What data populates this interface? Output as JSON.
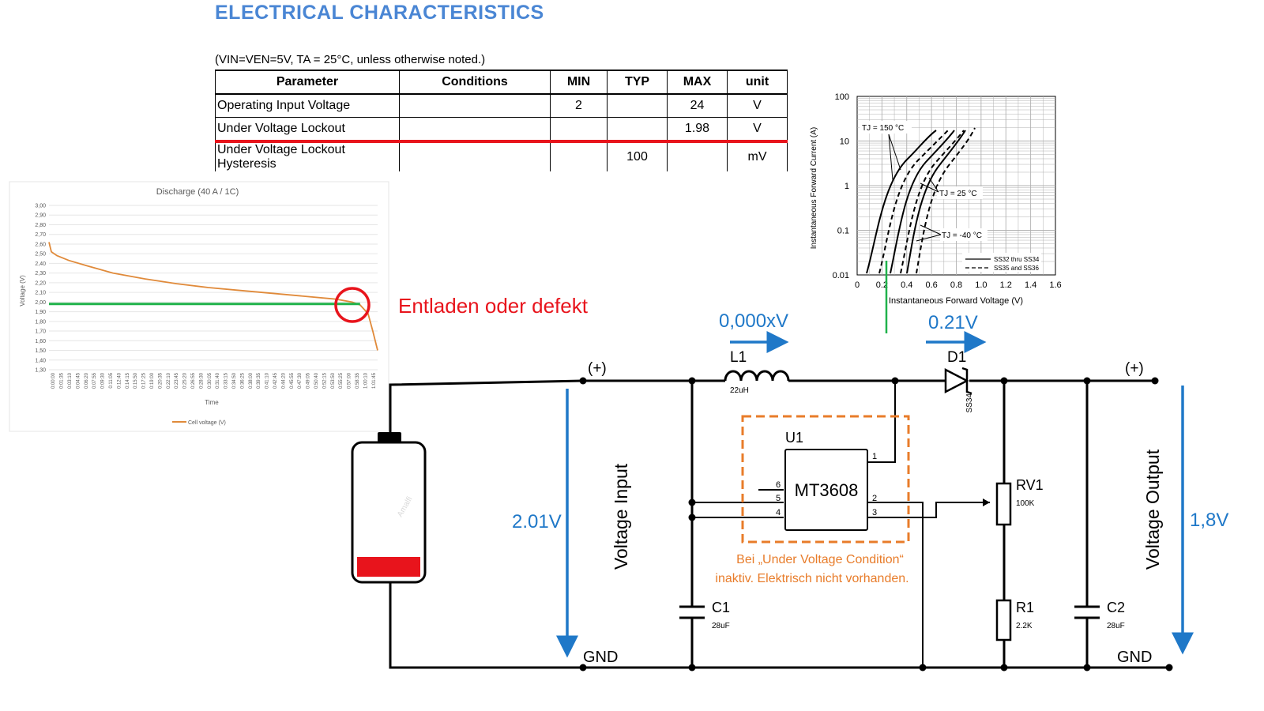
{
  "spec": {
    "title": "ELECTRICAL CHARACTERISTICS",
    "conditions": "(VIN=VEN=5V, TA = 25°C, unless otherwise noted.)",
    "headers": [
      "Parameter",
      "Conditions",
      "MIN",
      "TYP",
      "MAX",
      "unit"
    ],
    "rows": [
      [
        "Operating Input Voltage",
        "",
        "2",
        "",
        "24",
        "V"
      ],
      [
        "Under Voltage Lockout",
        "",
        "",
        "",
        "1.98",
        "V"
      ],
      [
        "Under Voltage Lockout Hysteresis",
        "",
        "",
        "100",
        "",
        "mV"
      ]
    ],
    "highlight_color": "#e8141c"
  },
  "discharge_chart": {
    "chart_data": {
      "type": "line",
      "title": "Discharge (40 A / 1C)",
      "xlabel": "Time",
      "ylabel": "Voltage (V)",
      "ylim": [
        1.3,
        3.0
      ],
      "y_ticks": [
        "3,00",
        "2,90",
        "2,80",
        "2,70",
        "2,60",
        "2,50",
        "2,40",
        "2,30",
        "2,20",
        "2,10",
        "2,00",
        "1,90",
        "1,80",
        "1,70",
        "1,60",
        "1,50",
        "1,40",
        "1,30"
      ],
      "x_ticks": [
        "0:00:00",
        "0:01:35",
        "0:03:10",
        "0:04:45",
        "0:06:20",
        "0:07:55",
        "0:09:30",
        "0:11:05",
        "0:12:40",
        "0:14:15",
        "0:15:50",
        "0:17:25",
        "0:19:00",
        "0:20:35",
        "0:22:10",
        "0:23:45",
        "0:25:20",
        "0:26:55",
        "0:28:30",
        "0:30:05",
        "0:31:40",
        "0:33:15",
        "0:34:50",
        "0:36:25",
        "0:38:00",
        "0:39:35",
        "0:41:10",
        "0:42:45",
        "0:44:20",
        "0:45:55",
        "0:47:30",
        "0:49:05",
        "0:50:40",
        "0:52:15",
        "0:53:50",
        "0:55:25",
        "0:57:00",
        "0:58:35",
        "1:00:10",
        "1:01:45"
      ],
      "series": [
        {
          "name": "Cell voltage (V)",
          "color": "#e08a3a",
          "x": [
            0,
            0.3,
            1,
            2.5,
            5,
            8,
            12,
            16,
            20,
            24,
            28,
            32,
            36,
            38,
            39,
            40,
            40.6,
            41.2
          ],
          "y": [
            2.62,
            2.52,
            2.48,
            2.43,
            2.37,
            2.3,
            2.24,
            2.19,
            2.15,
            2.12,
            2.09,
            2.06,
            2.03,
            2.0,
            1.97,
            1.88,
            1.7,
            1.5
          ]
        },
        {
          "color": "#1fb24a",
          "x": [
            0,
            39
          ],
          "y": [
            1.98,
            1.98
          ]
        }
      ],
      "legend": "bottom",
      "grid": true
    },
    "annotation": "Entladen oder defekt",
    "annotation_color": "#e8141c"
  },
  "diode_chart": {
    "chart_data": {
      "type": "line",
      "xlabel": "Instantaneous Forward Voltage (V)",
      "ylabel": "Instantaneous Forward Current (A)",
      "x_ticks": [
        "0",
        "0.2",
        "0.4",
        "0.6",
        "0.8",
        "1.0",
        "1.2",
        "1.4",
        "1.6"
      ],
      "y_ticks": [
        "100",
        "10",
        "1",
        "0.1",
        "0.01"
      ],
      "xlim": [
        0,
        1.6
      ],
      "ylim": [
        0.01,
        100
      ],
      "y_scale": "log",
      "annotations": [
        "TJ = 150 °C",
        "TJ = 25 °C",
        "TJ = -40 °C"
      ],
      "legend_entries": [
        "SS32 thru SS34",
        "SS35 and SS36"
      ],
      "grid": true
    },
    "marker_color": "#1fb24a"
  },
  "circuit": {
    "input_plus": "(+)",
    "output_plus": "(+)",
    "gnd_left": "GND",
    "gnd_right": "GND",
    "l1_name": "L1",
    "l1_value": "22uH",
    "d1_name": "D1",
    "d1_part": "SS34",
    "u1_name": "U1",
    "u1_part": "MT3608",
    "pins": [
      "1",
      "2",
      "3",
      "4",
      "5",
      "6"
    ],
    "rv1_name": "RV1",
    "rv1_value": "100K",
    "r1_name": "R1",
    "r1_value": "2.2K",
    "c1_name": "C1",
    "c1_value": "28uF",
    "c2_name": "C2",
    "c2_value": "28uF",
    "voltage_input_label": "Voltage Input",
    "voltage_output_label": "Voltage Output",
    "input_voltage": "2.01V",
    "output_voltage": "1,8V",
    "inductor_voltage": "0,000xV",
    "diode_voltage": "0.21V",
    "u1_note_line1": "Bei „Under Voltage Condition“",
    "u1_note_line2": "inaktiv. Elektrisch nicht vorhanden.",
    "note_color": "#e87c2a",
    "arrow_color": "#1f78c8",
    "battery_fill_color": "#e8141c",
    "battery_watermark": "Amalfi"
  }
}
